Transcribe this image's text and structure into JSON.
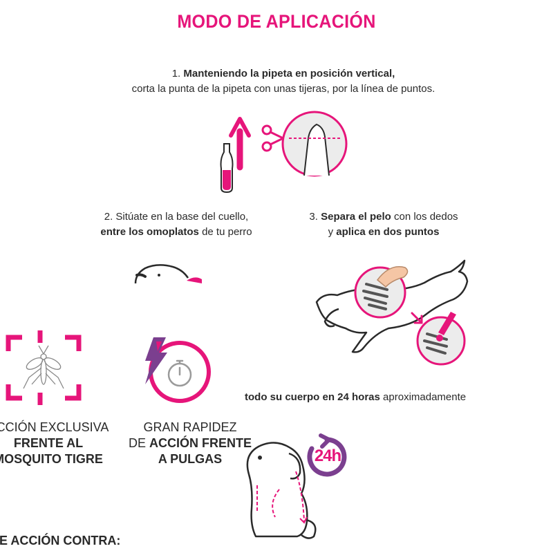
{
  "title": "MODO DE APLICACIÓN",
  "step1": {
    "number": "1.",
    "bold": "Manteniendo la pipeta en posición vertical,",
    "line2": "corta la punta de la pipeta con unas tijeras, por la línea de puntos."
  },
  "step2": {
    "line1": "2. Sitúate en la base del cuello,",
    "bold": "entre los omoplatos",
    "rest": " de tu perro"
  },
  "step3": {
    "number": "3. ",
    "bold1": "Separa el pelo",
    "rest1": " con los dedos",
    "pre2": "y ",
    "bold2": "aplica en dos puntos"
  },
  "note": {
    "bold": "todo su cuerpo en 24 horas",
    "rest": " aproximadamente"
  },
  "feature1": {
    "line1": "ACCIÓN EXCLUSIVA",
    "line2": "FRENTE AL",
    "line3": "MOSQUITO TIGRE"
  },
  "feature2": {
    "line1": "GRAN RAPIDEZ",
    "pre2": "DE ",
    "bold2": "ACCIÓN FRENTE",
    "line3": "A PULGAS"
  },
  "badge_24h": "24h",
  "bottom": "DE ACCIÓN CONTRA:",
  "colors": {
    "accent": "#e6157a",
    "purple": "#7b3f8f",
    "gray": "#9a9a9a",
    "text": "#2a2a2a"
  }
}
